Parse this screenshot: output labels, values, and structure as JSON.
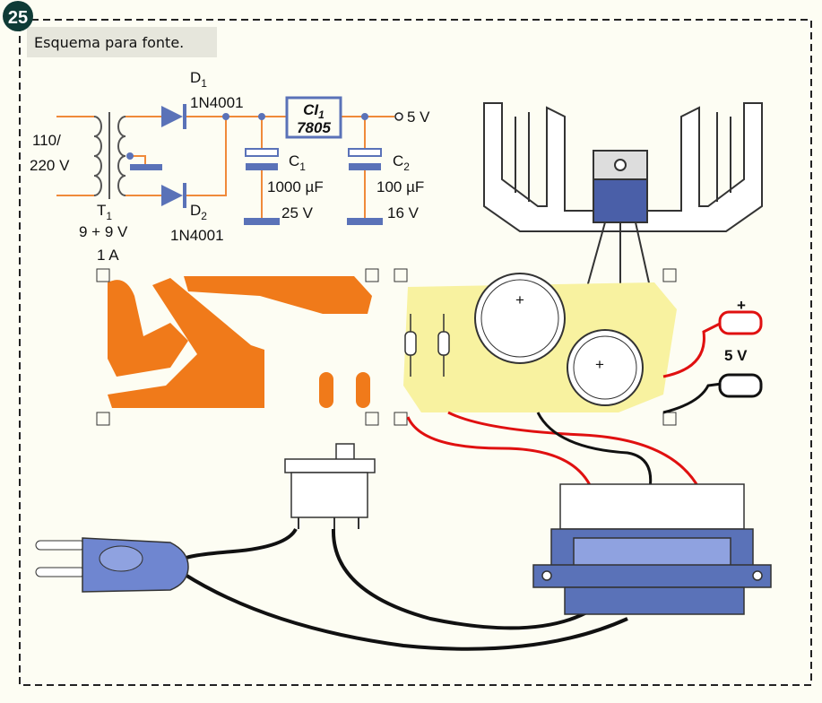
{
  "figure": {
    "number": "25",
    "caption": "Esquema para fonte."
  },
  "schematic": {
    "input_voltage_line1": "110/",
    "input_voltage_line2": "220 V",
    "transformer": {
      "name": "T",
      "index": "1",
      "rating": "9 + 9 V",
      "current": "1 A"
    },
    "d1": {
      "name": "D",
      "index": "1",
      "part": "1N4001"
    },
    "d2": {
      "name": "D",
      "index": "2",
      "part": "1N4001"
    },
    "regulator": {
      "name": "CI",
      "index": "1",
      "part": "7805"
    },
    "c1": {
      "name": "C",
      "index": "1",
      "capacitance": "1000 µF",
      "voltage": "25 V"
    },
    "c2": {
      "name": "C",
      "index": "2",
      "capacitance": "100 µF",
      "voltage": "16 V"
    },
    "output": "5 V"
  },
  "illustration": {
    "cap_plus_1": "+",
    "cap_plus_2": "+",
    "terminal_plus": "+",
    "output_label": "5 V"
  },
  "colors": {
    "wire": "#f08a3a",
    "component": "#5a72b8",
    "copper": "#f07a1a",
    "board": "#f8f2a0",
    "badge": "#0f3b36"
  }
}
